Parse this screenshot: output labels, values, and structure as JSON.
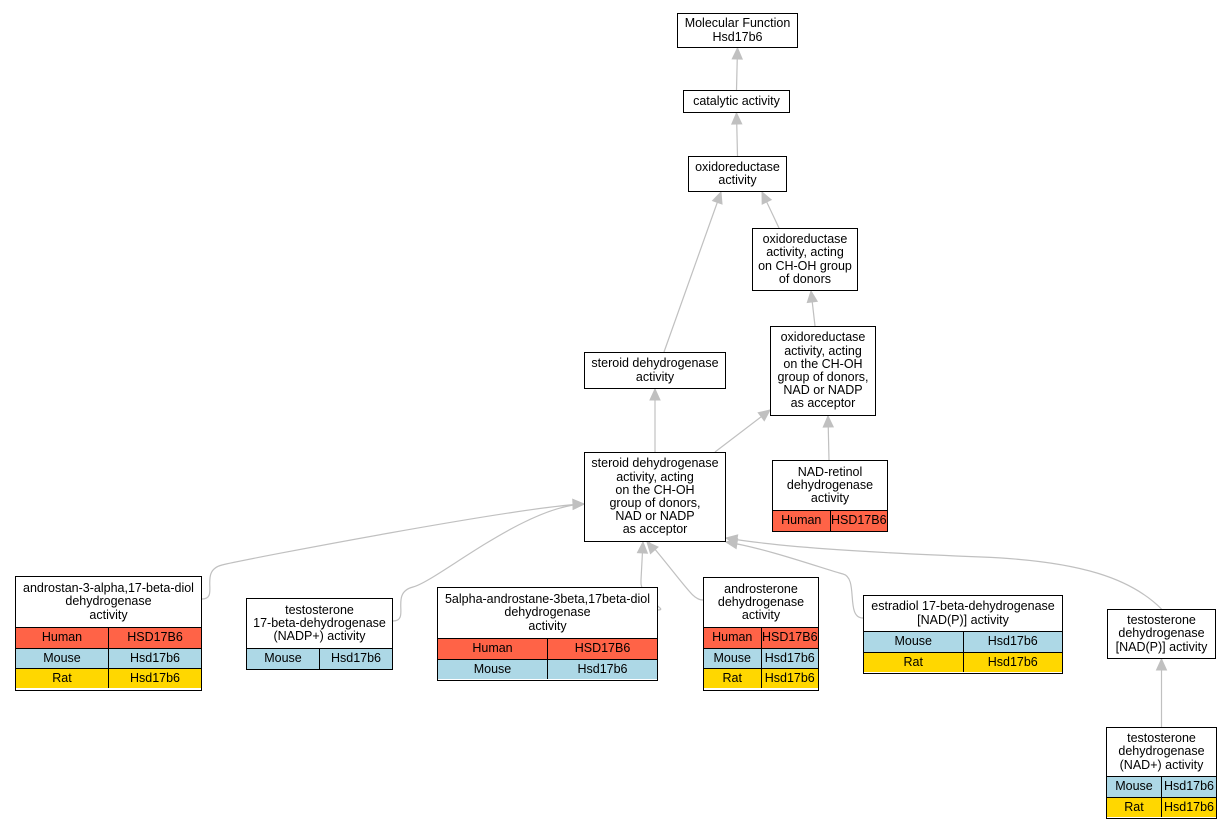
{
  "colors": {
    "Human": "#ff6347",
    "Mouse": "#add8e6",
    "Rat": "#ffd700",
    "edge": "#c0c0c0"
  },
  "nodes": [
    {
      "id": "mf",
      "label": "Molecular Function\nHsd17b6",
      "rows": []
    },
    {
      "id": "catalytic",
      "label": "catalytic activity",
      "rows": []
    },
    {
      "id": "oxido",
      "label": "oxidoreductase\nactivity",
      "rows": []
    },
    {
      "id": "oxido_choh",
      "label": "oxidoreductase\nactivity, acting\non CH-OH group\nof donors",
      "rows": []
    },
    {
      "id": "oxido_nad",
      "label": "oxidoreductase\nactivity, acting\non the CH-OH\ngroup of donors,\nNAD or NADP\nas acceptor",
      "rows": []
    },
    {
      "id": "steroid_dh",
      "label": "steroid dehydrogenase\nactivity",
      "rows": []
    },
    {
      "id": "steroid_dh_nad",
      "label": "steroid dehydrogenase\nactivity, acting\non the CH-OH\ngroup of donors,\nNAD or NADP\nas acceptor",
      "rows": []
    },
    {
      "id": "nad_retinol",
      "label": "NAD-retinol\ndehydrogenase\nactivity",
      "rows": [
        {
          "species": "Human",
          "gene": "HSD17B6"
        }
      ]
    },
    {
      "id": "androstan",
      "label": "androstan-3-alpha,17-beta-diol\ndehydrogenase\nactivity",
      "rows": [
        {
          "species": "Human",
          "gene": "HSD17B6"
        },
        {
          "species": "Mouse",
          "gene": "Hsd17b6"
        },
        {
          "species": "Rat",
          "gene": "Hsd17b6"
        }
      ]
    },
    {
      "id": "testo_nadp",
      "label": "testosterone\n17-beta-dehydrogenase\n(NADP+) activity",
      "rows": [
        {
          "species": "Mouse",
          "gene": "Hsd17b6"
        }
      ]
    },
    {
      "id": "five_alpha",
      "label": "5alpha-androstane-3beta,17beta-diol\ndehydrogenase\nactivity",
      "rows": [
        {
          "species": "Human",
          "gene": "HSD17B6"
        },
        {
          "species": "Mouse",
          "gene": "Hsd17b6"
        }
      ]
    },
    {
      "id": "androsterone",
      "label": "androsterone\ndehydrogenase\nactivity",
      "rows": [
        {
          "species": "Human",
          "gene": "HSD17B6"
        },
        {
          "species": "Mouse",
          "gene": "Hsd17b6"
        },
        {
          "species": "Rat",
          "gene": "Hsd17b6"
        }
      ]
    },
    {
      "id": "estradiol",
      "label": "estradiol 17-beta-dehydrogenase\n[NAD(P)] activity",
      "rows": [
        {
          "species": "Mouse",
          "gene": "Hsd17b6"
        },
        {
          "species": "Rat",
          "gene": "Hsd17b6"
        }
      ]
    },
    {
      "id": "testo_nadp2",
      "label": "testosterone\ndehydrogenase\n[NAD(P)] activity",
      "rows": []
    },
    {
      "id": "testo_nad",
      "label": "testosterone\ndehydrogenase\n(NAD+) activity",
      "rows": [
        {
          "species": "Mouse",
          "gene": "Hsd17b6"
        },
        {
          "species": "Rat",
          "gene": "Hsd17b6"
        }
      ]
    }
  ],
  "edges": [
    {
      "from": "catalytic",
      "to": "mf"
    },
    {
      "from": "oxido",
      "to": "catalytic"
    },
    {
      "from": "oxido_choh",
      "to": "oxido"
    },
    {
      "from": "steroid_dh",
      "to": "oxido"
    },
    {
      "from": "oxido_nad",
      "to": "oxido_choh"
    },
    {
      "from": "steroid_dh_nad",
      "to": "steroid_dh"
    },
    {
      "from": "steroid_dh_nad",
      "to": "oxido_nad"
    },
    {
      "from": "nad_retinol",
      "to": "oxido_nad"
    },
    {
      "from": "androstan",
      "to": "steroid_dh_nad"
    },
    {
      "from": "testo_nadp",
      "to": "steroid_dh_nad"
    },
    {
      "from": "five_alpha",
      "to": "steroid_dh_nad"
    },
    {
      "from": "androsterone",
      "to": "steroid_dh_nad"
    },
    {
      "from": "estradiol",
      "to": "steroid_dh_nad"
    },
    {
      "from": "testo_nadp2",
      "to": "steroid_dh_nad"
    },
    {
      "from": "testo_nad",
      "to": "testo_nadp2"
    }
  ]
}
